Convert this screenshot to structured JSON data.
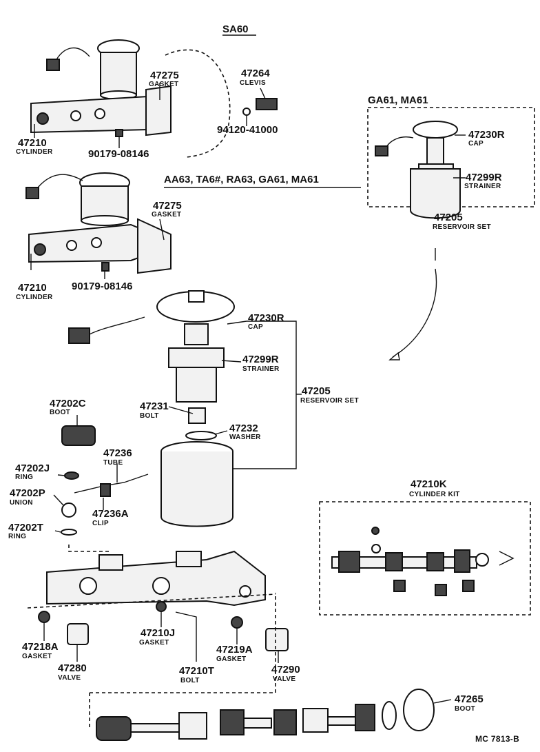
{
  "headers": {
    "sa60": "SA60",
    "aa63": "AA63, TA6#, RA63, GA61, MA61",
    "ga61": "GA61, MA61"
  },
  "labels": {
    "p47275a": {
      "num": "47275",
      "name": "GASKET"
    },
    "p47264": {
      "num": "47264",
      "name": "CLEVIS"
    },
    "p94120": {
      "num": "94120-41000"
    },
    "p47210a": {
      "num": "47210",
      "name": "CYLINDER"
    },
    "p90179a": {
      "num": "90179-08146"
    },
    "p47275b": {
      "num": "47275",
      "name": "GASKET"
    },
    "p47210b": {
      "num": "47210",
      "name": "CYLINDER"
    },
    "p90179b": {
      "num": "90179-08146"
    },
    "p47230r_box": {
      "num": "47230R",
      "name": "CAP"
    },
    "p47299r_box": {
      "num": "47299R",
      "name": "STRAINER"
    },
    "p47205_box": {
      "num": "47205",
      "name": "RESERVOIR SET"
    },
    "p47230r": {
      "num": "47230R",
      "name": "CAP"
    },
    "p47299r": {
      "num": "47299R",
      "name": "STRAINER"
    },
    "p47205": {
      "num": "47205",
      "name": "RESERVOIR SET"
    },
    "p47202c": {
      "num": "47202C",
      "name": "BOOT"
    },
    "p47231": {
      "num": "47231",
      "name": "BOLT"
    },
    "p47232": {
      "num": "47232",
      "name": "WASHER"
    },
    "p47236": {
      "num": "47236",
      "name": "TUBE"
    },
    "p47202j": {
      "num": "47202J",
      "name": "RING"
    },
    "p47202p": {
      "num": "47202P",
      "name": "UNION"
    },
    "p47236a": {
      "num": "47236A",
      "name": "CLIP"
    },
    "p47202t": {
      "num": "47202T",
      "name": "RING"
    },
    "p47210k": {
      "num": "47210K",
      "name": "CYLINDER KIT"
    },
    "p47218a": {
      "num": "47218A",
      "name": "GASKET"
    },
    "p47280": {
      "num": "47280",
      "name": "VALVE"
    },
    "p47210j": {
      "num": "47210J",
      "name": "GASKET"
    },
    "p47219a": {
      "num": "47219A",
      "name": "GASKET"
    },
    "p47290": {
      "num": "47290",
      "name": "VALVE"
    },
    "p47210t": {
      "num": "47210T",
      "name": "BOLT"
    },
    "p47265": {
      "num": "47265",
      "name": "BOOT"
    }
  },
  "footer": {
    "code": "MC  7813-B"
  }
}
